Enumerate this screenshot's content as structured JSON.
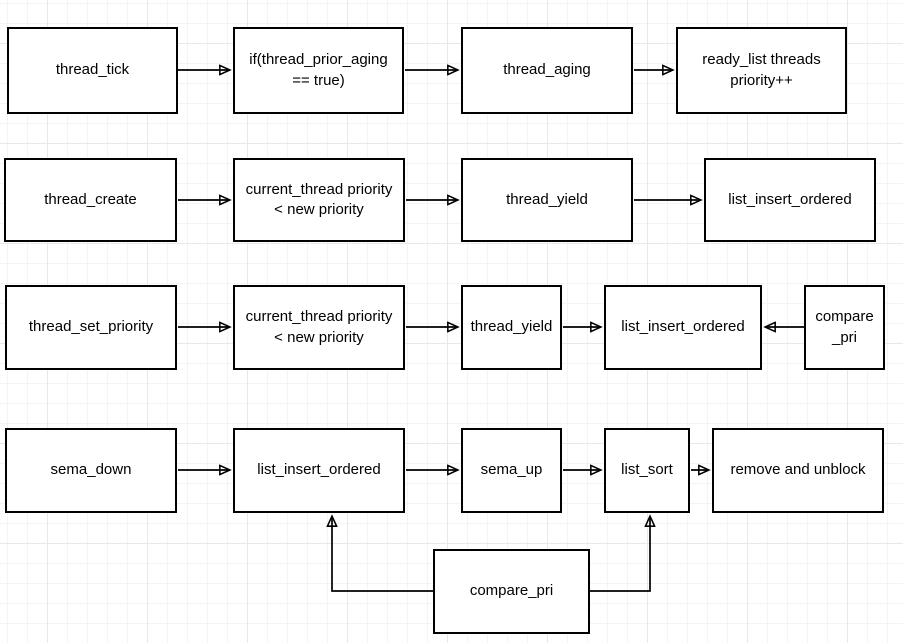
{
  "canvas": {
    "background_color": "#ffffff",
    "grid_minor_color": "#f4f4f4",
    "grid_major_color": "#e8e8e8",
    "node_fill_color": "#ffffff",
    "node_border_color": "#000000",
    "text_color": "#000000",
    "arrow_color": "#000000"
  },
  "diagram": {
    "nodes": [
      {
        "id": "thread_tick",
        "label": "thread_tick",
        "lines": [
          "thread_tick"
        ]
      },
      {
        "id": "if_thread_prior_aging",
        "label": "if(thread_prior_aging == true)",
        "lines": [
          "if(thread_prior_aging",
          "== true)"
        ]
      },
      {
        "id": "thread_aging",
        "label": "thread_aging",
        "lines": [
          "thread_aging"
        ]
      },
      {
        "id": "ready_list_priority",
        "label": "ready_list threads priority++",
        "lines": [
          "ready_list threads",
          "priority++"
        ]
      },
      {
        "id": "thread_create",
        "label": "thread_create",
        "lines": [
          "thread_create"
        ]
      },
      {
        "id": "current_thread_priority_1",
        "label": "current_thread priority < new priority",
        "lines": [
          "current_thread priority",
          "< new priority"
        ]
      },
      {
        "id": "thread_yield_1",
        "label": "thread_yield",
        "lines": [
          "thread_yield"
        ]
      },
      {
        "id": "list_insert_ordered_1",
        "label": "list_insert_ordered",
        "lines": [
          "list_insert_ordered"
        ]
      },
      {
        "id": "thread_set_priority",
        "label": "thread_set_priority",
        "lines": [
          "thread_set_priority"
        ]
      },
      {
        "id": "current_thread_priority_2",
        "label": "current_thread priority < new priority",
        "lines": [
          "current_thread priority",
          "< new priority"
        ]
      },
      {
        "id": "thread_yield_2",
        "label": "thread_yield",
        "lines": [
          "thread_yield"
        ]
      },
      {
        "id": "list_insert_ordered_2",
        "label": "list_insert_ordered",
        "lines": [
          "list_insert_ordered"
        ]
      },
      {
        "id": "compare_pri_right",
        "label": "compare_pri",
        "lines": [
          "compare",
          "_pri"
        ]
      },
      {
        "id": "sema_down",
        "label": "sema_down",
        "lines": [
          "sema_down"
        ]
      },
      {
        "id": "list_insert_ordered_3",
        "label": "list_insert_ordered",
        "lines": [
          "list_insert_ordered"
        ]
      },
      {
        "id": "sema_up",
        "label": "sema_up",
        "lines": [
          "sema_up"
        ]
      },
      {
        "id": "list_sort",
        "label": "list_sort",
        "lines": [
          "list_sort"
        ]
      },
      {
        "id": "remove_and_unblock",
        "label": "remove and unblock",
        "lines": [
          "remove and unblock"
        ]
      },
      {
        "id": "compare_pri_bottom",
        "label": "compare_pri",
        "lines": [
          "compare_pri"
        ]
      }
    ],
    "edges": [
      {
        "from": "thread_tick",
        "to": "if_thread_prior_aging"
      },
      {
        "from": "if_thread_prior_aging",
        "to": "thread_aging"
      },
      {
        "from": "thread_aging",
        "to": "ready_list_priority"
      },
      {
        "from": "thread_create",
        "to": "current_thread_priority_1"
      },
      {
        "from": "current_thread_priority_1",
        "to": "thread_yield_1"
      },
      {
        "from": "thread_yield_1",
        "to": "list_insert_ordered_1"
      },
      {
        "from": "thread_set_priority",
        "to": "current_thread_priority_2"
      },
      {
        "from": "current_thread_priority_2",
        "to": "thread_yield_2"
      },
      {
        "from": "thread_yield_2",
        "to": "list_insert_ordered_2"
      },
      {
        "from": "compare_pri_right",
        "to": "list_insert_ordered_2"
      },
      {
        "from": "sema_down",
        "to": "list_insert_ordered_3"
      },
      {
        "from": "list_insert_ordered_3",
        "to": "sema_up"
      },
      {
        "from": "sema_up",
        "to": "list_sort"
      },
      {
        "from": "list_sort",
        "to": "remove_and_unblock"
      },
      {
        "from": "compare_pri_bottom",
        "to": "list_insert_ordered_3"
      },
      {
        "from": "compare_pri_bottom",
        "to": "list_sort"
      }
    ]
  }
}
